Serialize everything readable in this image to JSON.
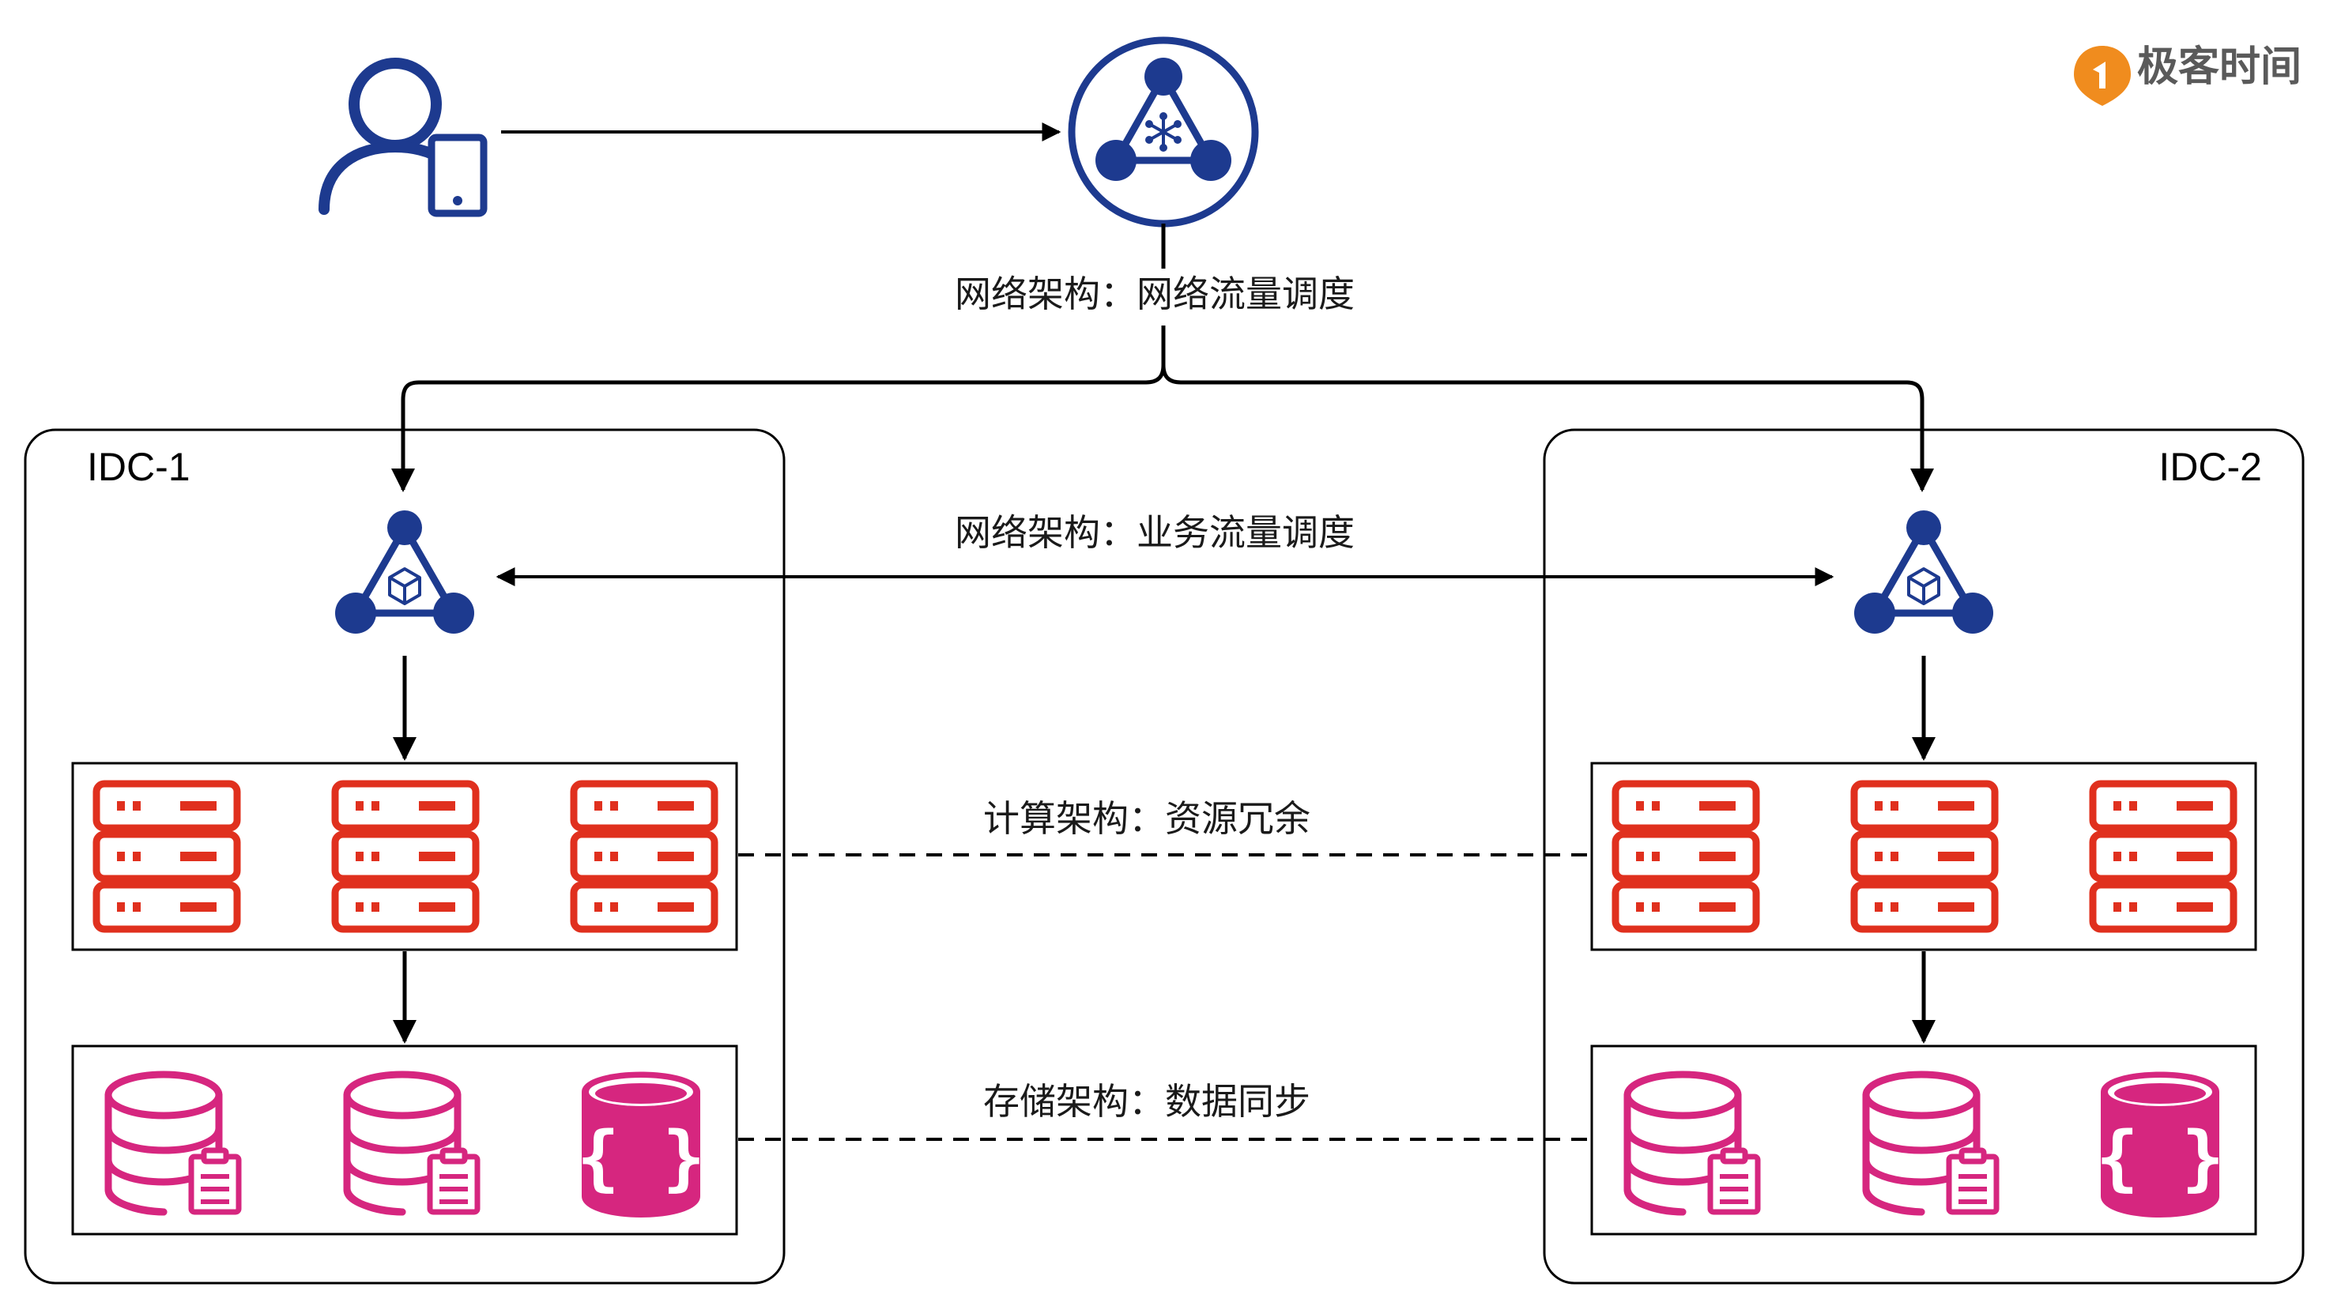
{
  "brand": {
    "name": "极客时间",
    "color": "#f08c1e",
    "text_color": "#5a5a5a"
  },
  "colors": {
    "node": "#1d3a8f",
    "server": "#e0301e",
    "database": "#d6267f",
    "line": "#000000"
  },
  "regions": [
    {
      "id": "idc1",
      "label": "IDC-1"
    },
    {
      "id": "idc2",
      "label": "IDC-2"
    }
  ],
  "labels": {
    "network_traffic": "网络架构：网络流量调度",
    "business_traffic": "网络架构：业务流量调度",
    "compute": "计算架构：资源冗余",
    "storage": "存储架构：数据同步"
  },
  "icons": {
    "user": "user-with-mobile-icon",
    "global_lb": "global-traffic-scheduler-icon",
    "local_lb": "cube-router-icon",
    "server": "server-rack-icon",
    "database": "database-icon",
    "document_db": "document-database-icon"
  }
}
